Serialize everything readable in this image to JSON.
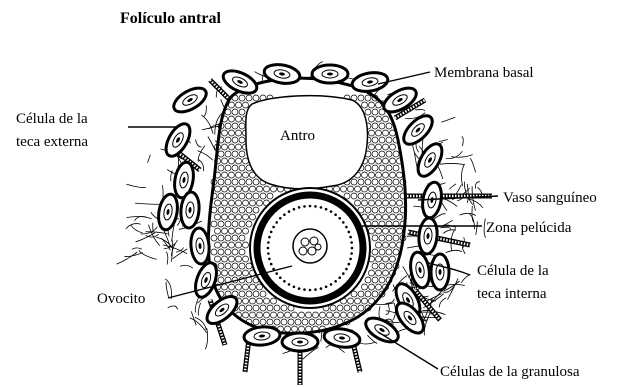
{
  "title": "Folículo antral",
  "labels": {
    "membrana_basal": "Membrana basal",
    "celula_teca_externa_l1": "Célula de la",
    "celula_teca_externa_l2": "teca externa",
    "antro": "Antro",
    "vaso_sanguineo": "Vaso sanguíneo",
    "zona_pelucida": "Zona pelúcida",
    "celula_teca_interna_l1": "Célula de la",
    "celula_teca_interna_l2": "teca interna",
    "ovocito": "Ovocito",
    "celulas_granulosa": "Células de la granulosa"
  }
}
